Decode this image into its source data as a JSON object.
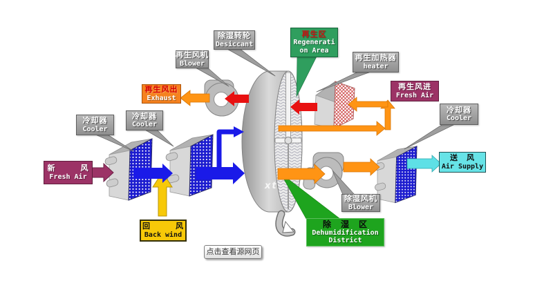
{
  "diagram": {
    "source_button_label": "点击查看源网页",
    "watermark": "xt",
    "labels": {
      "desiccant": {
        "zh": "除湿转轮",
        "en": "Desiccant"
      },
      "regen_blower": {
        "zh": "再生风机",
        "en": "Blower"
      },
      "regen_area": {
        "zh": "再生区",
        "en_line1": "Regenerati",
        "en_line2": "on Area"
      },
      "regen_heater": {
        "zh": "再生加热器",
        "en": "heater"
      },
      "regen_exhaust": {
        "zh": "再生风出",
        "en": "Exhaust"
      },
      "regen_inlet": {
        "zh": "再生风进",
        "en": "Fresh Air"
      },
      "cooler_left1": {
        "zh": "冷却器",
        "en": "Cooler"
      },
      "cooler_left2": {
        "zh": "冷却器",
        "en": "Cooler"
      },
      "cooler_right": {
        "zh": "冷却器",
        "en": "Cooler"
      },
      "fresh_air": {
        "zh": "新　　　风",
        "en": "Fresh Air"
      },
      "back_wind": {
        "zh": "回　　　风",
        "en": "Back wind"
      },
      "air_supply": {
        "zh": "送　风",
        "en": "Air Supply"
      },
      "dehumid_blower": {
        "zh": "除湿风机",
        "en": "Blower"
      },
      "dehumid_area": {
        "zh": "除　湿　区",
        "en_line1": "Dehumidification",
        "en_line2": "District"
      }
    },
    "colors": {
      "arrow_blue": "#1a1ae8",
      "arrow_red": "#e81111",
      "arrow_orange": "#ff9414",
      "arrow_yellow": "#f7c908",
      "arrow_magenta": "#9c3366",
      "arrow_cyan": "#5ee0e6",
      "box_gray": "#a0a0a0",
      "box_green_regeneration": "#2f9e5e",
      "box_green_dehumidification": "#1ea41e",
      "box_orange": "#f5821f",
      "box_magenta": "#9c3366",
      "box_yellow": "#f7c908",
      "box_cyan": "#67e3e7"
    }
  }
}
